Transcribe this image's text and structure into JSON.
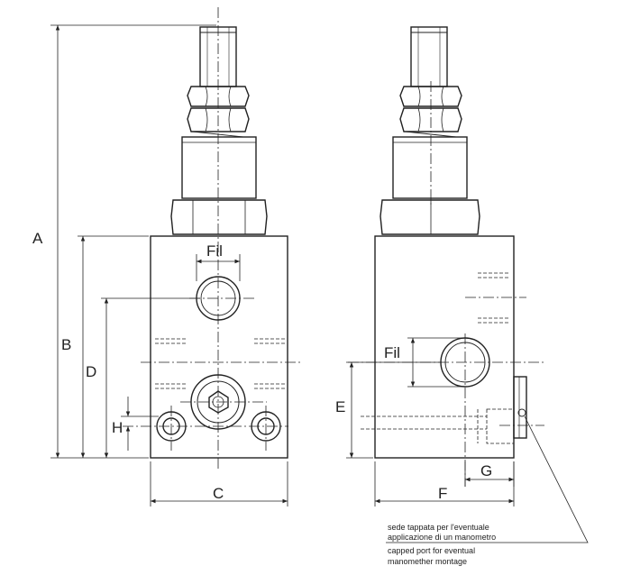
{
  "labels": {
    "A": "A",
    "B": "B",
    "C": "C",
    "D": "D",
    "E": "E",
    "F": "F",
    "G": "G",
    "H": "H",
    "fil_front": "Fil",
    "fil_side": "Fil"
  },
  "note": {
    "line1": "sede tappata per l'eventuale",
    "line2": "applicazione di un manometro",
    "line3": "capped port for eventual",
    "line4": "manomether montage"
  }
}
